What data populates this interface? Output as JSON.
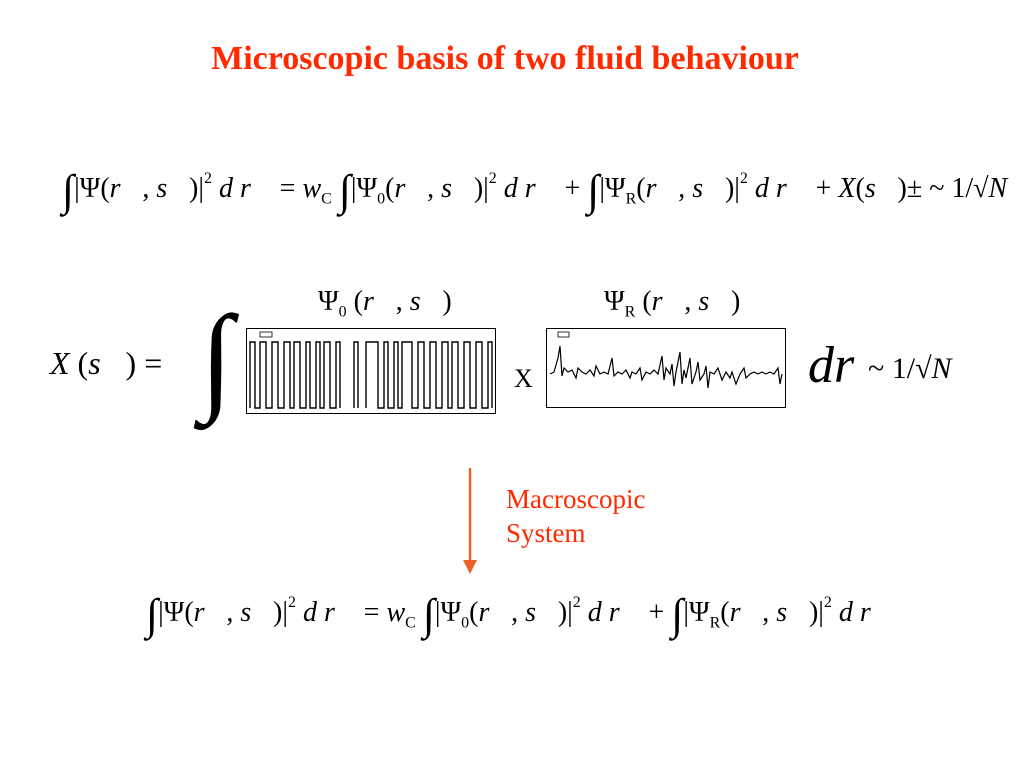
{
  "slide": {
    "title": "Microscopic basis of two fluid behaviour",
    "equation_top": "∫|Ψ(r⃗, s⃗)|² dr⃗ = w_C ∫|Ψ₀(r⃗, s⃗)|² dr⃗ + ∫|Ψ_R(r⃗, s⃗)|² dr⃗ + X(s⃗) ± ~ 1/√N",
    "x_definition_lhs": "X(s⃗) =",
    "psi0_label": "Ψ₀(r⃗, s⃗)",
    "psiR_label": "Ψ_R(r⃗, s⃗)",
    "times_symbol": "X",
    "dr_symbol": "dr",
    "scaling": "~ 1/√N",
    "arrow_label_line1": "Macroscopic",
    "arrow_label_line2": "System",
    "equation_bottom": "∫|Ψ(r⃗, s⃗)|² dr⃗ = w_C ∫|Ψ₀(r⃗, s⃗)|² dr⃗ + ∫|Ψ_R(r⃗, s⃗)|² dr⃗",
    "colors": {
      "accent": "#ff2a00",
      "arrow": "#e8632a"
    }
  }
}
